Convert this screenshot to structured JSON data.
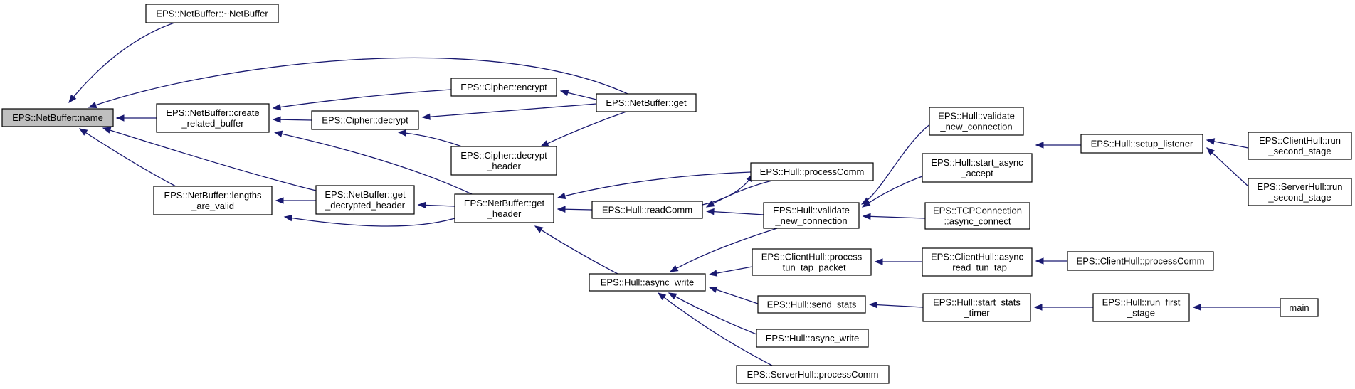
{
  "nodes": [
    {
      "id": "name",
      "lines": [
        "EPS::NetBuffer::name"
      ],
      "root": true
    },
    {
      "id": "dtor",
      "lines": [
        "EPS::NetBuffer::~NetBuffer"
      ]
    },
    {
      "id": "create",
      "lines": [
        "EPS::NetBuffer::create",
        "_related_buffer"
      ]
    },
    {
      "id": "lengths",
      "lines": [
        "EPS::NetBuffer::lengths",
        "_are_valid"
      ]
    },
    {
      "id": "encrypt",
      "lines": [
        "EPS::Cipher::encrypt"
      ]
    },
    {
      "id": "decrypt",
      "lines": [
        "EPS::Cipher::decrypt"
      ]
    },
    {
      "id": "decrypt_hdr",
      "lines": [
        "EPS::Cipher::decrypt",
        "_header"
      ]
    },
    {
      "id": "nb_get",
      "lines": [
        "EPS::NetBuffer::get"
      ]
    },
    {
      "id": "get_dec_hdr",
      "lines": [
        "EPS::NetBuffer::get",
        "_decrypted_header"
      ]
    },
    {
      "id": "get_hdr",
      "lines": [
        "EPS::NetBuffer::get",
        "_header"
      ]
    },
    {
      "id": "readcomm",
      "lines": [
        "EPS::Hull::readComm"
      ]
    },
    {
      "id": "async_write",
      "lines": [
        "EPS::Hull::async_write"
      ]
    },
    {
      "id": "processcomm",
      "lines": [
        "EPS::Hull::processComm"
      ]
    },
    {
      "id": "validate",
      "lines": [
        "EPS::Hull::validate",
        "_new_connection"
      ]
    },
    {
      "id": "ch_tun",
      "lines": [
        "EPS::ClientHull::process",
        "_tun_tap_packet"
      ]
    },
    {
      "id": "send_stats",
      "lines": [
        "EPS::Hull::send_stats"
      ]
    },
    {
      "id": "async_write2",
      "lines": [
        "EPS::Hull::async_write"
      ]
    },
    {
      "id": "sh_processcomm",
      "lines": [
        "EPS::ServerHull::processComm"
      ]
    },
    {
      "id": "validate_top",
      "lines": [
        "EPS::Hull::validate",
        "_new_connection"
      ]
    },
    {
      "id": "start_accept",
      "lines": [
        "EPS::Hull::start_async",
        "_accept"
      ]
    },
    {
      "id": "tcp_connect",
      "lines": [
        "EPS::TCPConnection",
        "::async_connect"
      ]
    },
    {
      "id": "ch_read_tun",
      "lines": [
        "EPS::ClientHull::async",
        "_read_tun_tap"
      ]
    },
    {
      "id": "start_timer",
      "lines": [
        "EPS::Hull::start_stats",
        "_timer"
      ]
    },
    {
      "id": "setup_listener",
      "lines": [
        "EPS::Hull::setup_listener"
      ]
    },
    {
      "id": "ch_processcomm",
      "lines": [
        "EPS::ClientHull::processComm"
      ]
    },
    {
      "id": "run_first",
      "lines": [
        "EPS::Hull::run_first",
        "_stage"
      ]
    },
    {
      "id": "ch_run_second",
      "lines": [
        "EPS::ClientHull::run",
        "_second_stage"
      ]
    },
    {
      "id": "sh_run_second",
      "lines": [
        "EPS::ServerHull::run",
        "_second_stage"
      ]
    },
    {
      "id": "main",
      "lines": [
        "main"
      ]
    }
  ],
  "edges": [
    {
      "from": "dtor",
      "to": "name"
    },
    {
      "from": "create",
      "to": "name"
    },
    {
      "from": "lengths",
      "to": "name"
    },
    {
      "from": "nb_get",
      "to": "name"
    },
    {
      "from": "get_dec_hdr",
      "to": "name"
    },
    {
      "from": "encrypt",
      "to": "create"
    },
    {
      "from": "decrypt",
      "to": "create"
    },
    {
      "from": "get_hdr",
      "to": "create"
    },
    {
      "from": "nb_get",
      "to": "encrypt"
    },
    {
      "from": "nb_get",
      "to": "decrypt"
    },
    {
      "from": "decrypt_hdr",
      "to": "decrypt"
    },
    {
      "from": "nb_get",
      "to": "decrypt_hdr"
    },
    {
      "from": "get_dec_hdr",
      "to": "lengths"
    },
    {
      "from": "get_hdr",
      "to": "lengths"
    },
    {
      "from": "get_hdr",
      "to": "get_dec_hdr"
    },
    {
      "from": "readcomm",
      "to": "get_hdr"
    },
    {
      "from": "processcomm",
      "to": "get_hdr"
    },
    {
      "from": "async_write",
      "to": "get_hdr"
    },
    {
      "from": "processcomm",
      "to": "readcomm"
    },
    {
      "from": "readcomm",
      "to": "processcomm"
    },
    {
      "from": "validate",
      "to": "readcomm"
    },
    {
      "from": "validate",
      "to": "async_write"
    },
    {
      "from": "ch_tun",
      "to": "async_write"
    },
    {
      "from": "send_stats",
      "to": "async_write"
    },
    {
      "from": "async_write2",
      "to": "async_write"
    },
    {
      "from": "sh_processcomm",
      "to": "async_write"
    },
    {
      "from": "validate_top",
      "to": "validate"
    },
    {
      "from": "start_accept",
      "to": "validate"
    },
    {
      "from": "tcp_connect",
      "to": "validate"
    },
    {
      "from": "setup_listener",
      "to": "start_accept"
    },
    {
      "from": "ch_run_second",
      "to": "setup_listener"
    },
    {
      "from": "sh_run_second",
      "to": "setup_listener"
    },
    {
      "from": "ch_read_tun",
      "to": "ch_tun"
    },
    {
      "from": "ch_processcomm",
      "to": "ch_read_tun"
    },
    {
      "from": "start_timer",
      "to": "send_stats"
    },
    {
      "from": "run_first",
      "to": "start_timer"
    },
    {
      "from": "main",
      "to": "run_first"
    }
  ],
  "colors": {
    "edge": "#191970",
    "root_fill": "#bfbfbf",
    "node_fill": "#ffffff",
    "node_border": "#000000"
  }
}
